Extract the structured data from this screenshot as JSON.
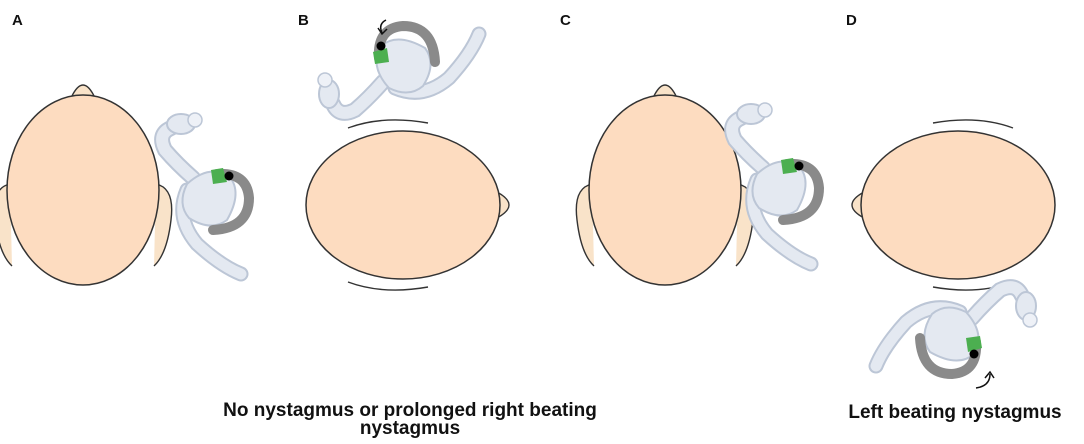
{
  "panels": [
    {
      "label": "A"
    },
    {
      "label": "B"
    },
    {
      "label": "C"
    },
    {
      "label": "D"
    }
  ],
  "captions": {
    "b_line1": "No nystagmus or prolonged right beating",
    "b_line2": "nystagmus",
    "d": "Left beating nystagmus"
  },
  "colors": {
    "skin": "#fddcc0",
    "ear": "#f9e3c9",
    "outline": "#333333",
    "canal_fill": "#e4e9f1",
    "canal_stroke": "#bcc6d6",
    "active_canal": "#8a8a8a",
    "cupula": "#4caf50",
    "otoconia": "#000000"
  }
}
